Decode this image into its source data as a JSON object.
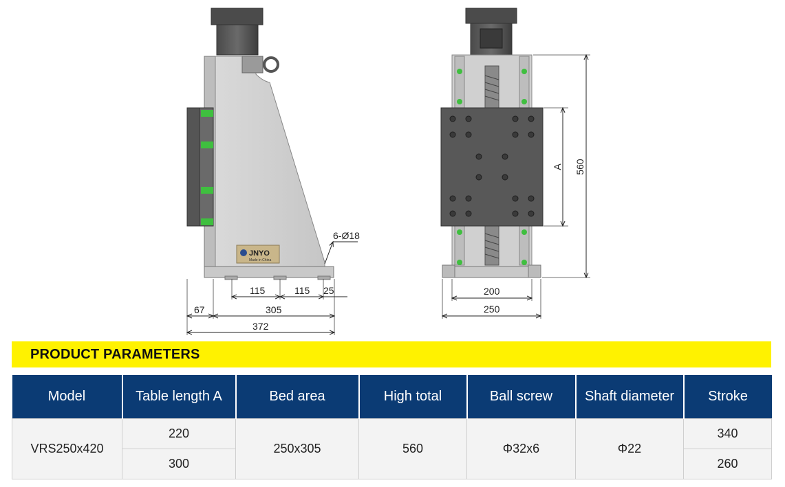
{
  "drawing": {
    "side_dims": {
      "d115a": "115",
      "d115b": "115",
      "d25": "25",
      "d67": "67",
      "d305": "305",
      "d372": "372",
      "hole": "6-Ø18"
    },
    "front_dims": {
      "d200": "200",
      "d250": "250",
      "dA": "A",
      "d560": "560"
    },
    "logo": {
      "brand": "JNYO",
      "sub": "Made in China"
    }
  },
  "section_title": "PRODUCT PARAMETERS",
  "table": {
    "headers": [
      "Model",
      "Table length A",
      "Bed area",
      "High total",
      "Ball screw",
      "Shaft diameter",
      "Stroke"
    ],
    "model": "VRS250x420",
    "table_length": [
      "220",
      "300"
    ],
    "bed_area": "250x305",
    "high_total": "560",
    "ball_screw": "Φ32x6",
    "shaft_diameter": "Φ22",
    "stroke": [
      "340",
      "260"
    ]
  },
  "colors": {
    "header_bg": "#0b3b74",
    "banner_bg": "#fff200",
    "rail_dot": "#3fbf3f"
  }
}
